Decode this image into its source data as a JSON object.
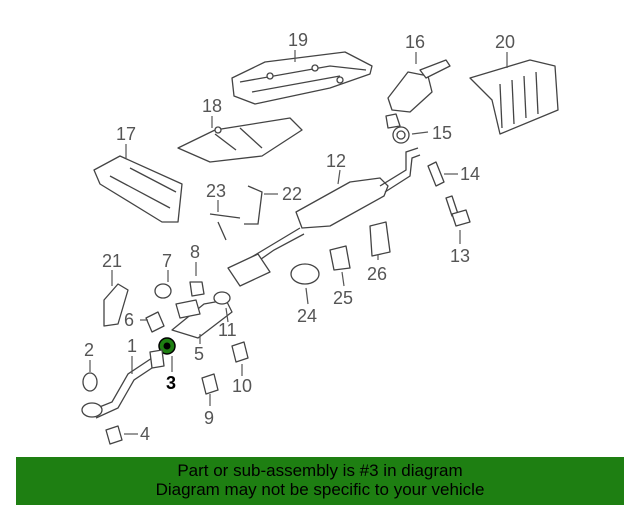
{
  "diagram": {
    "callouts": [
      "1",
      "2",
      "3",
      "4",
      "5",
      "6",
      "7",
      "8",
      "9",
      "10",
      "11",
      "12",
      "13",
      "14",
      "15",
      "16",
      "17",
      "18",
      "19",
      "20",
      "21",
      "22",
      "23",
      "24",
      "25",
      "26"
    ],
    "highlighted_part": "3",
    "highlight_color": "#1e7f12"
  },
  "banner": {
    "line1": "Part or sub-assembly is #3 in diagram",
    "line2": "Diagram may not be specific to your vehicle",
    "background": "#1e7f12"
  }
}
